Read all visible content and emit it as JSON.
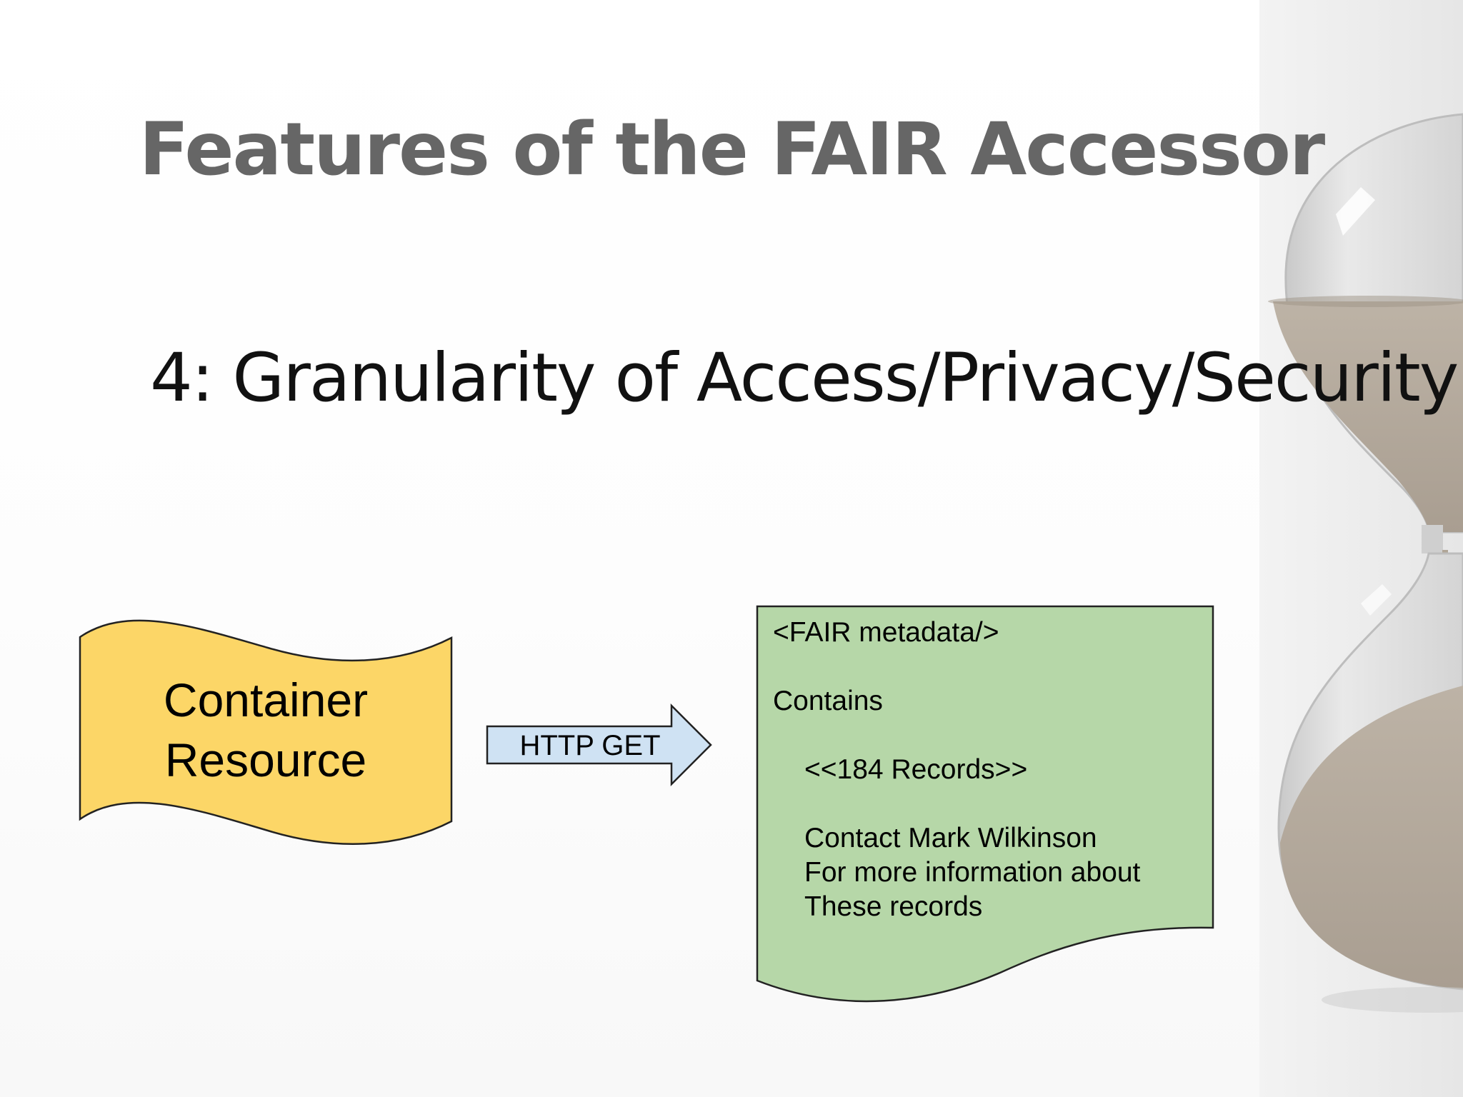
{
  "slide": {
    "title": "Features of the FAIR Accessor",
    "subtitle": "4:  Granularity of Access/Privacy/Security"
  },
  "decoration": {
    "image": "hourglass",
    "sand_color": "#b8ada0"
  },
  "diagram": {
    "container": {
      "lines": [
        "Container",
        "Resource"
      ],
      "fill": "#fcd667"
    },
    "arrow": {
      "label": "HTTP GET",
      "fill": "#cfe2f3"
    },
    "document": {
      "fill": "#b6d7a8",
      "lines": [
        {
          "text": "<FAIR metadata/>",
          "indent": false
        },
        {
          "text": "",
          "indent": false
        },
        {
          "text": "Contains",
          "indent": false
        },
        {
          "text": "",
          "indent": false
        },
        {
          "text": "<<184 Records>>",
          "indent": true
        },
        {
          "text": "",
          "indent": false
        },
        {
          "text": "Contact Mark Wilkinson",
          "indent": true
        },
        {
          "text": "For more information about",
          "indent": true
        },
        {
          "text": "These records",
          "indent": true
        }
      ]
    }
  }
}
